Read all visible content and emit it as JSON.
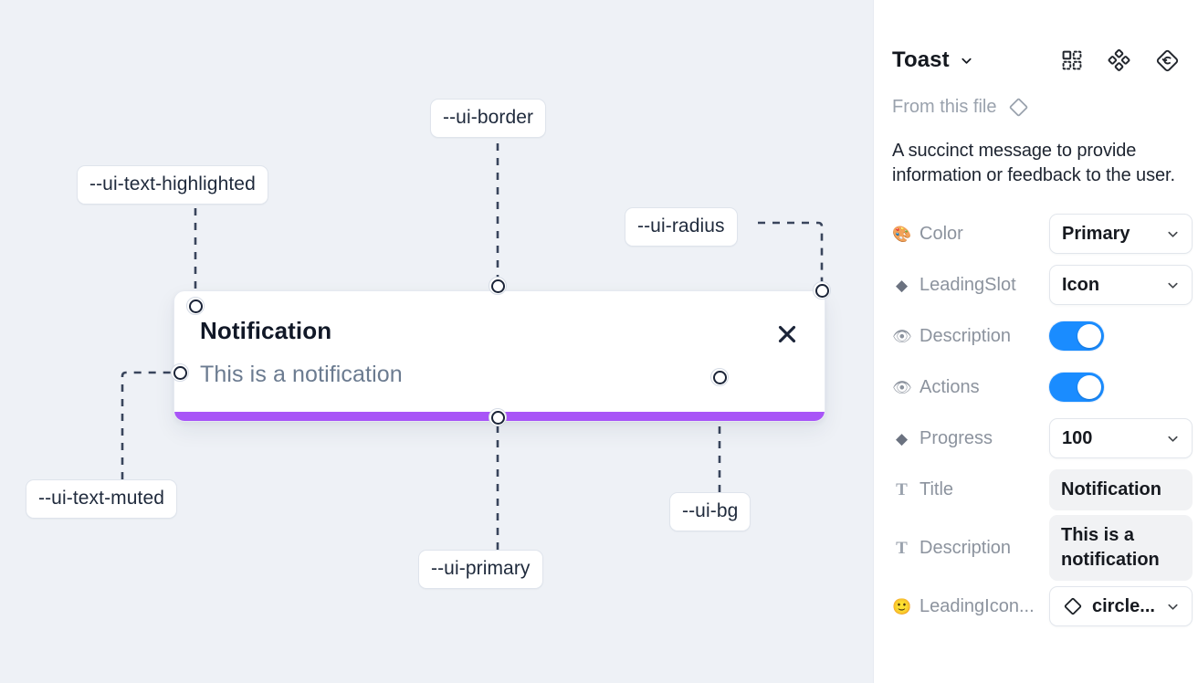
{
  "canvas": {
    "background_color": "#eef1f6",
    "annotations": [
      {
        "id": "ui-text-highlighted",
        "label": "--ui-text-highlighted"
      },
      {
        "id": "ui-border",
        "label": "--ui-border"
      },
      {
        "id": "ui-radius",
        "label": "--ui-radius"
      },
      {
        "id": "ui-text-muted",
        "label": "--ui-text-muted"
      },
      {
        "id": "ui-primary",
        "label": "--ui-primary"
      },
      {
        "id": "ui-bg",
        "label": "--ui-bg"
      }
    ]
  },
  "toast": {
    "title": "Notification",
    "description": "This is a notification",
    "close_icon": "close-x-icon",
    "progress_color": "#a855f7",
    "background_color": "#ffffff"
  },
  "panel": {
    "title": "Toast",
    "title_chevron_icon": "chevron-down-icon",
    "tools": [
      {
        "id": "component-grid",
        "icon": "component-grid-icon"
      },
      {
        "id": "variants",
        "icon": "four-diamonds-icon"
      },
      {
        "id": "reset",
        "icon": "reset-diamond-icon"
      }
    ],
    "from_file_label": "From this file",
    "from_file_icon": "diamond-icon",
    "description": "A succinct message to provide information or feedback to the user.",
    "properties": [
      {
        "name": "Color",
        "icon": "palette-emoji",
        "icon_glyph": "🎨",
        "control": "select",
        "value": "Primary"
      },
      {
        "name": "LeadingSlot",
        "icon": "diamond-icon",
        "icon_glyph": "◆",
        "control": "select",
        "value": "Icon"
      },
      {
        "name": "Description",
        "icon": "eye-emoji",
        "icon_glyph": "👁",
        "control": "toggle",
        "value": "on"
      },
      {
        "name": "Actions",
        "icon": "eye-emoji",
        "icon_glyph": "👁",
        "control": "toggle",
        "value": "on"
      },
      {
        "name": "Progress",
        "icon": "diamond-icon",
        "icon_glyph": "◆",
        "control": "select",
        "value": "100"
      },
      {
        "name": "Title",
        "icon": "text-t-icon",
        "icon_glyph": "T",
        "control": "textbox",
        "value": "Notification"
      },
      {
        "name": "Description",
        "icon": "text-t-icon",
        "icon_glyph": "T",
        "control": "textbox",
        "value": "This is a notification"
      },
      {
        "name": "LeadingIcon...",
        "icon": "smiley-emoji",
        "icon_glyph": "🙂",
        "control": "icon-select",
        "value": "circle..."
      }
    ]
  }
}
